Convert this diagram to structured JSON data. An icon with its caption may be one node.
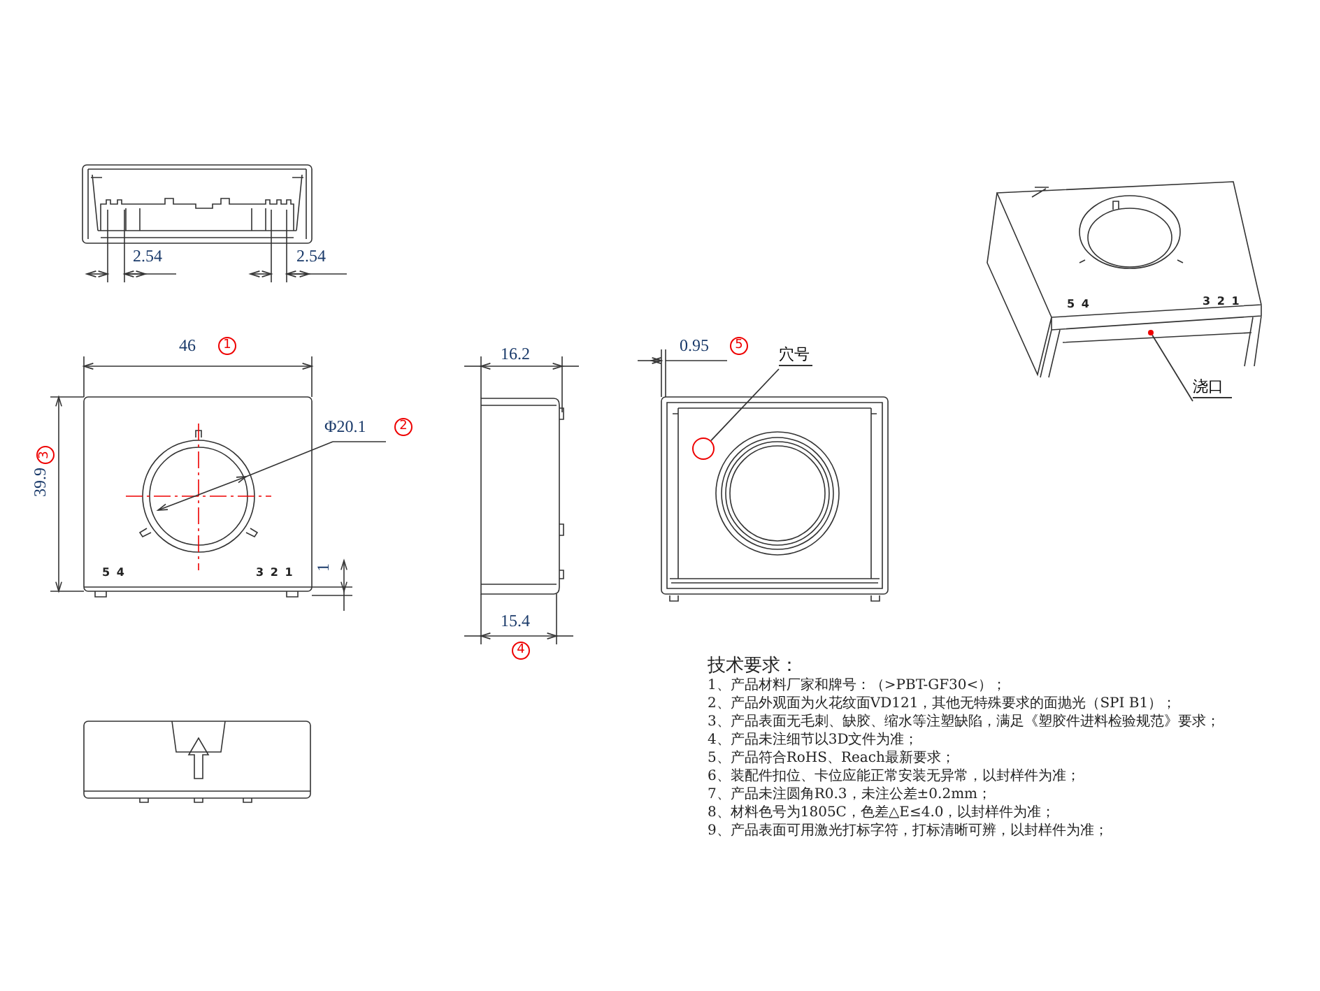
{
  "diagram": {
    "nodes": [
      {
        "text": [
          "穴号"
        ]
      },
      {
        "text": [],
        "shape": "circle"
      },
      {
        "text": [
          "浇口"
        ]
      },
      {
        "text": [],
        "shape": "circle"
      }
    ],
    "edges": [
      {
        "from": 0,
        "to": 1,
        "arrow": "none"
      },
      {
        "from": 2,
        "to": 3,
        "arrow": "none"
      }
    ],
    "labels": [
      "2.54",
      "2.54",
      "46",
      "1",
      "Φ20.1",
      "2",
      "39.9",
      "3",
      "1",
      "5 4",
      "3 2 1",
      "16.2",
      "15.4",
      "4",
      "0.95",
      "5",
      "5 4",
      "3 2 1",
      "技术要求：",
      "1、产品材料厂家和牌号：（>PBT-GF30<）；",
      "2、产品外观面为火花纹面VD121，其他无特殊要求的面抛光（SPI B1）；",
      "3、产品表面无毛刺、缺胶、缩水等注塑缺陷，满足《塑胶件进料检验规范》要求；",
      "4、产品未注细节以3D文件为准；",
      "5、产品符合RoHS、Reach最新要求；",
      "6、装配件扣位、卡位应能正常安装无异常，以封样件为准；",
      "7、产品未注圆角R0.3，未注公差±0.2mm；",
      "8、材料色号为1805C，色差△E≤4.0，以封样件为准；",
      "9、产品表面可用激光打标字符，打标清晰可辨，以封样件为准；"
    ]
  }
}
